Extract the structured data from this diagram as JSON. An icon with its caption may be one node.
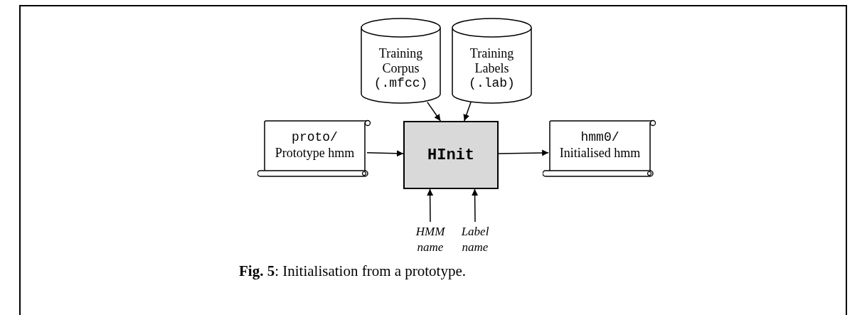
{
  "diagram": {
    "caption": "**Fig. 5**: Initialisation from a prototype.",
    "nodes": [
      {
        "text": [
          "Training Corpus",
          "(.mfcc)"
        ]
      },
      {
        "text": [
          "Training Labels",
          "(.lab)"
        ]
      },
      {
        "text": [
          "proto/",
          "Prototype hmm"
        ]
      },
      {
        "text": [
          "HInit"
        ]
      },
      {
        "text": [
          "hmm0/",
          "Initialised hmm"
        ]
      },
      {
        "text": [
          "HMM name"
        ]
      },
      {
        "text": [
          "Label name"
        ]
      }
    ],
    "edges": [
      {
        "from": 0,
        "to": 3,
        "arrow": "to"
      },
      {
        "from": 1,
        "to": 3,
        "arrow": "to"
      },
      {
        "from": 2,
        "to": 3,
        "arrow": "to"
      },
      {
        "from": 3,
        "to": 4,
        "arrow": "to"
      },
      {
        "from": 5,
        "to": 3,
        "arrow": "to"
      },
      {
        "from": 6,
        "to": 3,
        "arrow": "to"
      }
    ]
  }
}
